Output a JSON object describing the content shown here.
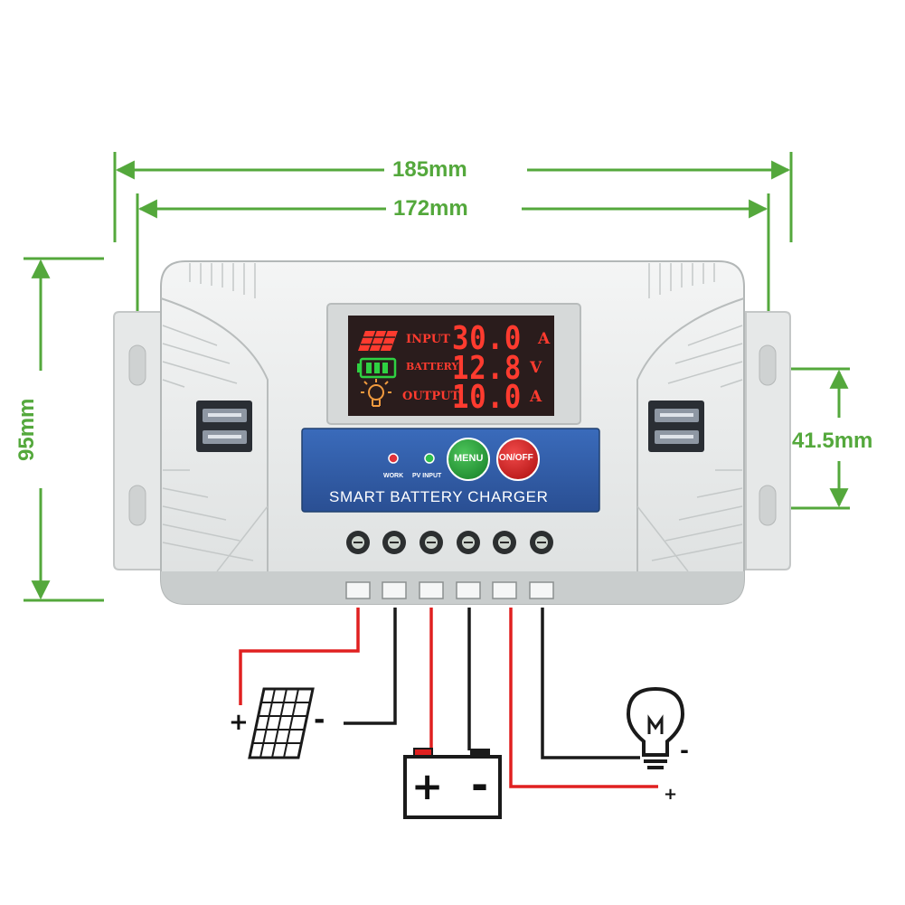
{
  "colors": {
    "dimension": "#54a83c",
    "housing": "#eceeee",
    "housing_shadow": "#b9bdbd",
    "lcd_bg": "#2a1c1c",
    "lcd_red": "#ff3b2f",
    "lcd_green": "#2fd142",
    "lcd_orange": "#f19a3e",
    "panel_blue": "#2f5aa6",
    "menu_green": "#28a23b",
    "onoff_red": "#dd2424",
    "wire_red": "#e02020",
    "wire_black": "#1a1a1a"
  },
  "dimensions": {
    "overall_width": "185mm",
    "mount_spacing_width": "172mm",
    "height": "95mm",
    "mount_spacing_height": "41.5mm"
  },
  "display": {
    "rows": [
      {
        "label": "INPUT",
        "value": "30.0",
        "unit": "A",
        "icon": "solar-panel-icon"
      },
      {
        "label": "BATTERY",
        "value": "12.8",
        "unit": "V",
        "icon": "battery-icon"
      },
      {
        "label": "OUTPUT",
        "value": "10.0",
        "unit": "A",
        "icon": "bulb-icon"
      }
    ]
  },
  "front_panel": {
    "indicators": [
      {
        "label": "WORK",
        "color": "#e0323a"
      },
      {
        "label": "PV INPUT",
        "color": "#2fbf4a"
      }
    ],
    "buttons": {
      "menu": "MENU",
      "onoff": "ON/OFF"
    },
    "brand_text": "SMART BATTERY CHARGER"
  },
  "terminals": {
    "count": 6,
    "wire_colors": [
      "red",
      "black",
      "red",
      "black",
      "red",
      "black"
    ]
  },
  "wiring": {
    "solar_panel": {
      "positive": "+",
      "negative": "-"
    },
    "battery": {
      "positive": "+",
      "negative": "-"
    },
    "load": {
      "positive": "+",
      "negative": "-"
    }
  }
}
